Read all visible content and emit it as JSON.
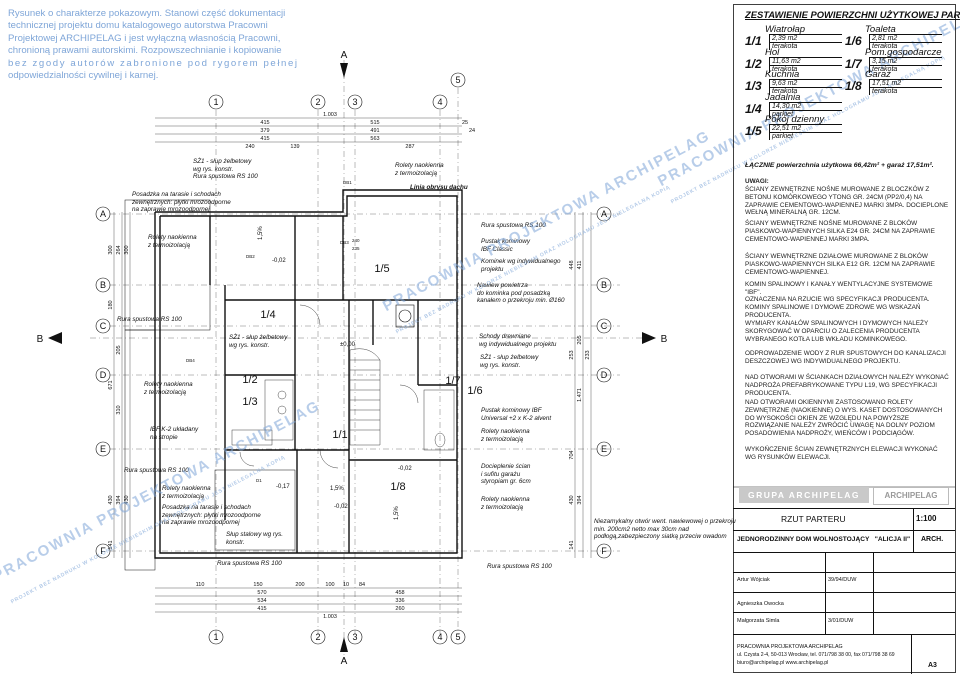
{
  "disclaimer": {
    "line1": "Rysunek o charakterze pokazowym. Stanowi część dokumentacji",
    "line2": "technicznej projektu domu katalogowego autorstwa Pracowni",
    "line3": "Projektowej ARCHIPELAG i jest wyłączną własnością Pracowni,",
    "line4": "chronioną prawami autorskimi. Rozpowszechnianie i kopiowanie",
    "line5": "bez zgody autorów zabronione pod rygorem pełnej",
    "line6": "odpowiedzialności cywilnej i karnej."
  },
  "watermark": {
    "main": "PRACOWNIA PROJEKTOWA ARCHIPELAG",
    "sub": "PROJEKT BEZ NADRUKU W KOLORZE NIEBIESKIM ORAZ HOLOGRAMU JEST NIELEGALNĄ KOPIĄ"
  },
  "grid": {
    "cols": [
      "1",
      "2",
      "3",
      "4",
      "5"
    ],
    "rows": [
      "A",
      "B",
      "C",
      "D",
      "E",
      "F"
    ],
    "section_a": "A",
    "section_b": "B"
  },
  "dims": {
    "top": [
      "1.003",
      "415",
      "379",
      "415",
      "139",
      "240",
      "515",
      "491",
      "563",
      "287",
      "25",
      "24"
    ],
    "bottom": [
      "110",
      "150",
      "200",
      "100",
      "10",
      "84",
      "570",
      "534",
      "415",
      "458",
      "336",
      "260",
      "1.003"
    ],
    "left": [
      "300",
      "264",
      "300",
      "205",
      "180",
      "671",
      "310",
      "430",
      "394",
      "430",
      "141"
    ],
    "right": [
      "448",
      "411",
      "205",
      "253",
      "233",
      "1.471",
      "704",
      "430",
      "394",
      "141"
    ]
  },
  "rooms": {
    "r11": "1/1",
    "r12": "1/2",
    "r13": "1/3",
    "r14": "1/4",
    "r15": "1/5",
    "r16": "1/6",
    "r17": "1/7",
    "r18": "1/8"
  },
  "levels": {
    "l1": "-0,02",
    "l2": "±0,00",
    "l3": "-0,02",
    "l4": "-0,17",
    "l5": "-0,02",
    "slope1": "1,5%",
    "slope2": "1,5%",
    "slope3": "1,5%"
  },
  "annotations": {
    "a1": "SŻ1 - słup żelbetowy",
    "a1b": "wg rys. konstr.",
    "a2": "Rura spustowa RS 100",
    "a3": "Posadzka na tarasie i schodach",
    "a3b": "zewnętrznych: płytki mrozoodporne",
    "a3c": "na zaprawie mrozoodpornej",
    "a4": "Rolety naokienna",
    "a4b": "z termoizolacją",
    "a5": "Linia obrysu dachu",
    "a6": "Pustak kominowy",
    "a6b": "IBF Classic",
    "a7": "Kominek wg indywidualnego",
    "a7b": "projektu",
    "a8": "Nawiew powietrza",
    "a8b": "do kominka pod posadzką",
    "a8c": "kanałem o przekroju min. Ø160",
    "a9": "Schody drewniane",
    "a9b": "wg indywidualnego projektu",
    "a10": "SŻ1 - słup żelbetowy",
    "a10b": "wg rys. konstr.",
    "a11": "Pustak kominowy IBF",
    "a11b": "Universal +2 x K-2 alvent",
    "a12": "Docieplenie ścian",
    "a12b": "i sufitu garażu",
    "a12c": "styropiam gr. 6cm",
    "a13": "IBF K-2 układany",
    "a13b": "na stropie",
    "a14": "Słup stalowy wg rys.",
    "a14b": "konstr.",
    "a15": "Niezamykalny otwór went. nawiewowej o przekroju",
    "a15b": "min. 200cm2 netto max 30cm nad",
    "a15c": "podłogą,zabezpieczony siatką przeciw owadom"
  },
  "tags": {
    "db1": "DB1",
    "db2": "DB2",
    "db3": "DB3",
    "db4": "DB4",
    "d1": "D1",
    "dim_240_235": "240",
    "dim_235": "235"
  },
  "summary": {
    "title": "ZESTAWIENIE POWIERZCHNI UŻYTKOWEJ PARTERU",
    "rooms": [
      {
        "num": "1/1",
        "name": "Wiatrołap",
        "area": "2,39 m2",
        "floor": "terakota"
      },
      {
        "num": "1/2",
        "name": "Hol",
        "area": "11,63 m2",
        "floor": "terakota"
      },
      {
        "num": "1/3",
        "name": "Kuchnia",
        "area": "9,63 m2",
        "floor": "terakota"
      },
      {
        "num": "1/4",
        "name": "Jadalnia",
        "area": "14,30 m2",
        "floor": "parkiet"
      },
      {
        "num": "1/5",
        "name": "Pokój dzienny",
        "area": "22,51 m2",
        "floor": "parkiet"
      },
      {
        "num": "1/6",
        "name": "Toaleta",
        "area": "2,81 m2",
        "floor": "terakota"
      },
      {
        "num": "1/7",
        "name": "Pom.gospodarcze",
        "area": "3,15 m2",
        "floor": "terakota"
      },
      {
        "num": "1/8",
        "name": "Garaż",
        "area": "17,51 m2",
        "floor": "terakota"
      }
    ],
    "total": "ŁĄCZNIE powierzchnia użytkowa 66,42m² + garaż 17,51m²."
  },
  "notes": {
    "heading": "UWAGI:",
    "n1": "ŚCIANY ZEWNĘTRZNE NOŚNE MUROWANE Z BLOCZKÓW Z BETONU KOMÓRKOWEGO YTONG GR. 24cm (PP2/0,4) NA ZAPRAWIE CEMENTOWO-WAPIENNEJ MARKI 3MPa. DOCIEPLONE WEŁNĄ MINERALNĄ GR. 12cm.",
    "n2": "ŚCIANY WEWNĘTRZNE NOŚNE MUROWANE Z BLOKÓW PIASKOWO-WAPIENNYCH SILKA E24 GR. 24cm NA ZAPRAWIE CEMENTOWO-WAPIENNEJ MARKI 3MPa.",
    "n3": "ŚCIANY WEWNĘTRZNE DZIAŁOWE MUROWANE Z BLOKÓW PIASKOWO-WAPIENNYCH SILKA E12 GR. 12cm NA ZAPRAWIE CEMENTOWO-WAPIENNEJ.",
    "n4": "KOMIN SPALINOWY I KANAŁY WENTYLACYJNE SYSTEMOWE \"IBF\".",
    "n5": "OZNACZENIA NA RZUCIE WG SPECYFIKACJI PRODUCENTA. KOMINY SPALINOWE I DYMOWE ZDROWE WG WSKAZAŃ PRODUCENTA.",
    "n6": "WYMIARY KANAŁÓW SPALINOWYCH I DYMOWYCH NALEŻY SKORYGOWAĆ W OPARCIU O ZALECENIA PRODUCENTA WYBRANEGO KOTŁA LUB WKŁADU KOMINKOWEGO.",
    "n7": "ODPROWADZENIE WODY Z RUR SPUSTOWYCH DO KANALIZACJI DESZCZOWEJ WG INDYWIDUALNEGO PROJEKTU.",
    "n8": "NAD OTWORAMI W ŚCIANKACH DZIAŁOWYCH NALEŻY WYKONAĆ NADPROŻA PREFABRYKOWANE TYPU L19, WG SPECYFIKACJI PRODUCENTA.",
    "n9": "NAD OTWORAMI OKIENNYMI ZASTOSOWANO ROLETY ZEWNĘTRZNE (NAOKIENNE) O WYS. KASET DOSTOSOWANYCH DO WYSOKOŚCI OKIEN ZE WZGLĘDU NA POWYŻSZE ROZWIĄZANIE NALEŻY ZWRÓCIĆ UWAGĘ NA DOLNY POZIOM POSADOWIENIA NADPROŻY, WIEŃCÓW I PODCIĄGÓW.",
    "n10": "WYKOŃCZENIE ŚCIAN ZEWNĘTRZNYCH ELEWACJI WYKONAĆ WG RYSUNKÓW ELEWACJI."
  },
  "titleblock": {
    "logo1": "GRUPA ARCHIPELAG",
    "logo2": "ARCHIPELAG",
    "drawing": "RZUT PARTERU",
    "scale": "1:100",
    "project": "JEDNORODZINNY DOM WOLNOSTOJĄCY   \"ALICJA II\"",
    "branch": "ARCH.",
    "p1_name": "Artur Wójciak",
    "p1_no": "39/94/DUW",
    "p2_name": "Agnieszka Owocka",
    "p3_name": "Małgorzata Simla",
    "p3_no": "3/01/DUW",
    "office": "PRACOWNIA PROJEKTOWA ARCHIPELAG",
    "address": "ul. Czysta 2-4, 50-013 Wrocław, tel. 071/798 38 00, fax 071/798 38 69",
    "email": "biuro@archipelag.pl  www.archipelag.pl",
    "size": "A3"
  }
}
